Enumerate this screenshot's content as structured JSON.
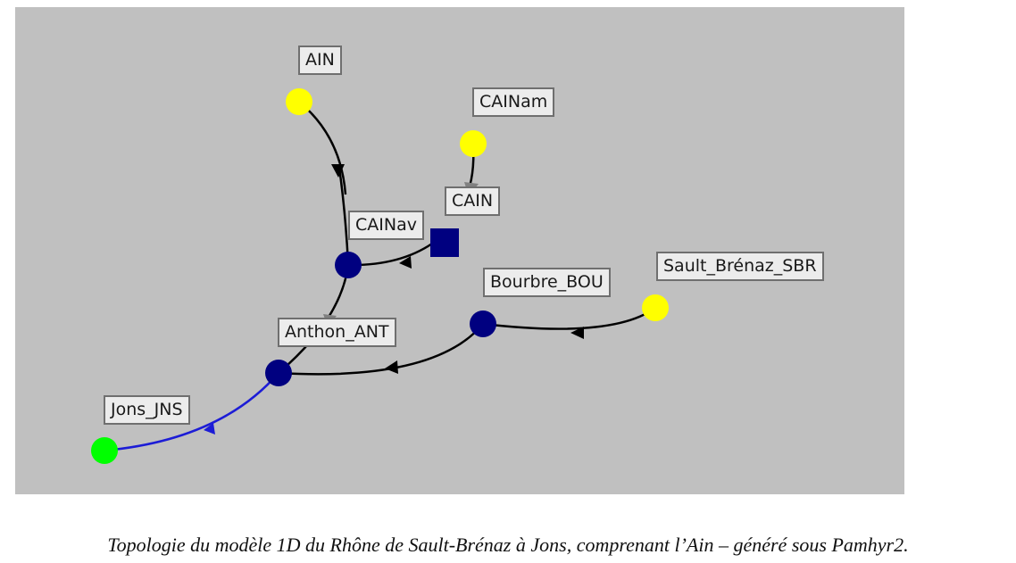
{
  "diagram": {
    "nodes": [
      {
        "id": "AIN",
        "label": "AIN",
        "type": "boundary-upstream",
        "color": "#ffff00"
      },
      {
        "id": "CAINam",
        "label": "CAINam",
        "type": "boundary-upstream",
        "color": "#ffff00"
      },
      {
        "id": "Sault_Brenaz_SBR",
        "label": "Sault_Brénaz_SBR",
        "type": "boundary-upstream",
        "color": "#ffff00"
      },
      {
        "id": "CAINav",
        "label": "CAINav",
        "type": "junction",
        "color": "#000080"
      },
      {
        "id": "Bourbre_BOU",
        "label": "Bourbre_BOU",
        "type": "junction",
        "color": "#000080"
      },
      {
        "id": "Anthon_ANT",
        "label": "Anthon_ANT",
        "type": "junction",
        "color": "#000080"
      },
      {
        "id": "Jons_JNS",
        "label": "Jons_JNS",
        "type": "boundary-downstream",
        "color": "#00ff00"
      },
      {
        "id": "CAIN_junction",
        "label": "",
        "type": "square-junction",
        "color": "#000080"
      }
    ],
    "edges": [
      {
        "from": "AIN",
        "to": "CAINav",
        "color": "#000000",
        "label": ""
      },
      {
        "from": "CAINam",
        "to": "CAIN_junction",
        "color": "#000000",
        "label": "CAIN"
      },
      {
        "from": "CAIN_junction",
        "to": "CAINav",
        "color": "#000000",
        "label": ""
      },
      {
        "from": "CAINav",
        "to": "Anthon_ANT",
        "color": "#000000",
        "label": ""
      },
      {
        "from": "Sault_Brenaz_SBR",
        "to": "Bourbre_BOU",
        "color": "#000000",
        "label": ""
      },
      {
        "from": "Bourbre_BOU",
        "to": "Anthon_ANT",
        "color": "#000000",
        "label": ""
      },
      {
        "from": "Anthon_ANT",
        "to": "Jons_JNS",
        "color": "#1c1cd6",
        "label": ""
      }
    ]
  },
  "caption": "Topologie du modèle 1D du Rhône de Sault-Brénaz à Jons, comprenant l’Ain – généré sous Pamhyr2."
}
